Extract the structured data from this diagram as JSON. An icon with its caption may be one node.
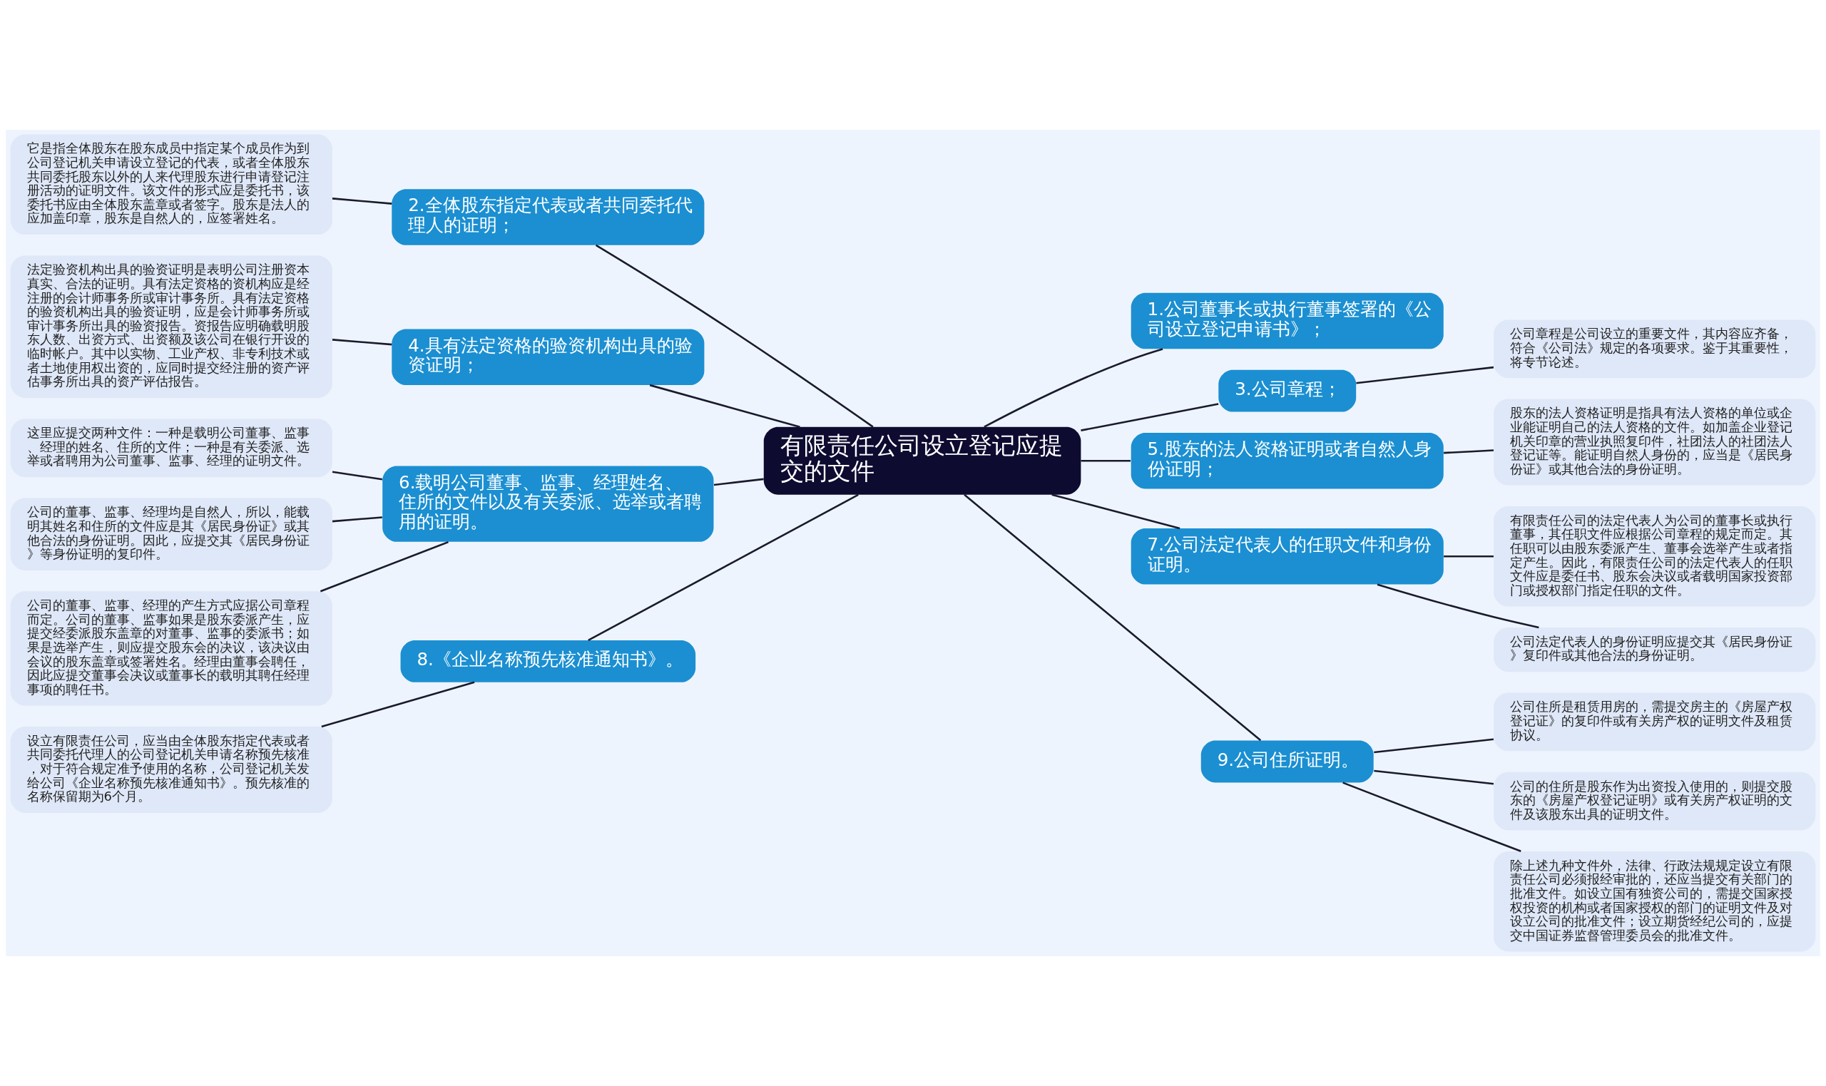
{
  "diagram": {
    "nodes": [
      {
        "text": [
          "有限责任公司设立登记应提交的文件"
        ]
      },
      {
        "text": [
          "1.公司董事长或执行董事签署的《公司设立登记申请书》；"
        ]
      },
      {
        "text": [
          "2.全体股东指定代表或者共同委托代理人的证明；"
        ]
      },
      {
        "text": [
          "它是指全体股东在股东成员中指定某个成员作为到公司登记机关申请设立登记的代表，或者全体股东共同委托股东以外的人来代理股东进行申请登记注册活动的证明文件。该文件的形式应是委托书，该委托书应由全体股东盖章或者签字。股东是法人的应加盖印章，股东是自然人的，应签署姓名。"
        ]
      },
      {
        "text": [
          "3.公司章程；"
        ]
      },
      {
        "text": [
          "公司章程是公司设立的重要文件，其内容应齐备，符合《公司法》规定的各项要求。鉴于其重要性，将专节论述。"
        ]
      },
      {
        "text": [
          "4.具有法定资格的验资机构出具的验资证明；"
        ]
      },
      {
        "text": [
          "法定验资机构出具的验资证明是表明公司注册资本真实、合法的证明。具有法定资格的资机构应是经注册的会计师事务所或审计事务所。具有法定资格的验资机构出具的验资证明，应是会计师事务所或审计事务所出具的验资报告。资报告应明确载明股东人数、出资方式、出资额及该公司在银行开设的临时帐户。其中以实物、工业产权、非专利技术或者土地使用权出资的，应同时提交经注册的资产评估事务所出具的资产评估报告。"
        ]
      },
      {
        "text": [
          "5.股东的法人资格证明或者自然人身份证明；"
        ]
      },
      {
        "text": [
          "股东的法人资格证明是指具有法人资格的单位或企业能证明自己的法人资格的文件。如加盖企业登记机关印章的营业执照复印件，社团法人的社团法人登记证等。能证明自然人身份的，应当是《居民身份证》或其他合法的身份证明。"
        ]
      },
      {
        "text": [
          "6.载明公司董事、监事、经理姓名、住所的文件以及有关委派、选举或者聘用的证明。"
        ]
      },
      {
        "text": [
          "这里应提交两种文件：一种是载明公司董事、监事、经理的姓名、住所的文件；一种是有关委派、选举或者聘用为公司董事、监事、经理的证明文件。"
        ]
      },
      {
        "text": [
          "公司的董事、监事、经理均是自然人，所以，能载明其姓名和住所的文件应是其《居民身份证》或其他合法的身份证明。因此，应提交其《居民身份证》等身份证明的复印件。"
        ]
      },
      {
        "text": [
          "公司的董事、监事、经理的产生方式应据公司章程而定。公司的董事、监事如果是股东委派产生，应提交经委派股东盖章的对董事、监事的委派书；如果是选举产生，则应提交股东会的决议，该决议由会议的股东盖章或签署姓名。经理由董事会聘任，因此应提交董事会决议或董事长的载明其聘任经理事项的聘任书。"
        ]
      },
      {
        "text": [
          "7.公司法定代表人的任职文件和身份证明。"
        ]
      },
      {
        "text": [
          "有限责任公司的法定代表人为公司的董事长或执行董事，其任职文件应根据公司章程的规定而定。其任职可以由股东委派产生、董事会选举产生或者指定产生。因此，有限责任公司的法定代表人的任职文件应是委任书、股东会决议或者载明国家投资部门或授权部门指定任职的文件。"
        ]
      },
      {
        "text": [
          "公司法定代表人的身份证明应提交其《居民身份证》复印件或其他合法的身份证明。"
        ]
      },
      {
        "text": [
          "8.《企业名称预先核准通知书》。"
        ]
      },
      {
        "text": [
          "设立有限责任公司，应当由全体股东指定代表或者共同委托代理人的公司登记机关申请名称预先核准，对于符合规定准予使用的名称，公司登记机关发给公司《企业名称预先核准通知书》。预先核准的名称保留期为6个月。"
        ]
      },
      {
        "text": [
          "9.公司住所证明。"
        ]
      },
      {
        "text": [
          "公司住所是租赁用房的，需提交房主的《房屋产权登记证》的复印件或有关房产权的证明文件及租赁协议。"
        ]
      },
      {
        "text": [
          "公司的住所是股东作为出资投入使用的，则提交股东的《房屋产权登记证明》或有关房产权证明的文件及该股东出具的证明文件。"
        ]
      },
      {
        "text": [
          "除上述九种文件外，法律、行政法规规定设立有限责任公司必须报经审批的，还应当提交有关部门的批准文件。如设立国有独资公司的，需提交国家授权投资的机构或者国家授权的部门的证明文件及对设立公司的批准文件；设立期货经纪公司的，应提交中国证券监督管理委员会的批准文件。"
        ]
      }
    ],
    "edges": [
      {
        "from": 0,
        "to": 1,
        "arrow": "none"
      },
      {
        "from": 0,
        "to": 2,
        "arrow": "none"
      },
      {
        "from": 2,
        "to": 3,
        "arrow": "none"
      },
      {
        "from": 0,
        "to": 4,
        "arrow": "none"
      },
      {
        "from": 4,
        "to": 5,
        "arrow": "none"
      },
      {
        "from": 0,
        "to": 6,
        "arrow": "none"
      },
      {
        "from": 6,
        "to": 7,
        "arrow": "none"
      },
      {
        "from": 0,
        "to": 8,
        "arrow": "none"
      },
      {
        "from": 8,
        "to": 9,
        "arrow": "none"
      },
      {
        "from": 0,
        "to": 10,
        "arrow": "none"
      },
      {
        "from": 10,
        "to": 11,
        "arrow": "none"
      },
      {
        "from": 10,
        "to": 12,
        "arrow": "none"
      },
      {
        "from": 10,
        "to": 13,
        "arrow": "none"
      },
      {
        "from": 0,
        "to": 14,
        "arrow": "none"
      },
      {
        "from": 14,
        "to": 15,
        "arrow": "none"
      },
      {
        "from": 14,
        "to": 16,
        "arrow": "none"
      },
      {
        "from": 0,
        "to": 17,
        "arrow": "none"
      },
      {
        "from": 17,
        "to": 18,
        "arrow": "none"
      },
      {
        "from": 0,
        "to": 19,
        "arrow": "none"
      },
      {
        "from": 19,
        "to": 20,
        "arrow": "none"
      },
      {
        "from": 19,
        "to": 21,
        "arrow": "none"
      },
      {
        "from": 19,
        "to": 22,
        "arrow": "none"
      }
    ]
  }
}
